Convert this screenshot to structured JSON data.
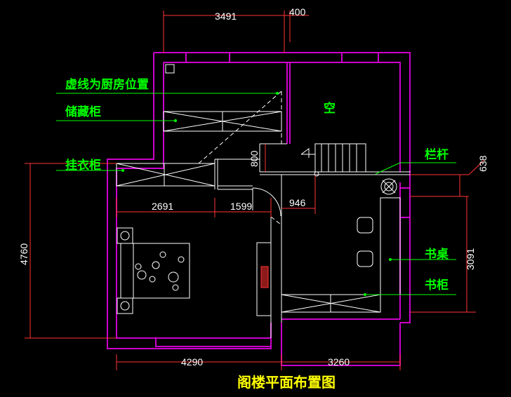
{
  "title": "阁楼平面布置图",
  "labels": {
    "kitchen_dashed": "虚线为厨房位置",
    "storage": "储藏柜",
    "wardrobe": "挂衣柜",
    "void": "空",
    "railing": "栏杆",
    "desk": "书桌",
    "bookcase": "书柜"
  },
  "dimensions": {
    "top_width": "3491",
    "top_small": "400",
    "right_small": "638",
    "inner_height": "800",
    "seg_left": "2691",
    "seg_mid": "1599",
    "seg_right": "946",
    "left_height": "4760",
    "right_height": "3091",
    "bottom_left": "4290",
    "bottom_right": "3260"
  },
  "colors": {
    "wall": "#cc00cc",
    "line": "#ffffff",
    "label": "#00ff00",
    "dimension": "#ff3333",
    "title": "#ffff00",
    "furniture_fill": "#8b1a1a"
  }
}
